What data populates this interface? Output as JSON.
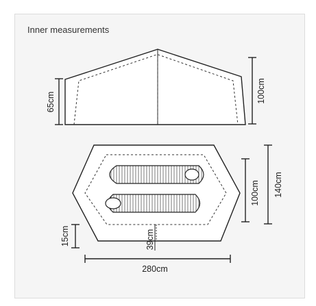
{
  "title": "Inner measurements",
  "side_view": {
    "side_wall_height": "65cm",
    "peak_height": "100cm"
  },
  "floor_plan": {
    "vent_height": "15cm",
    "vestibule_depth": "39cm",
    "length": "280cm",
    "inner_width": "100cm",
    "total_width": "140cm"
  }
}
